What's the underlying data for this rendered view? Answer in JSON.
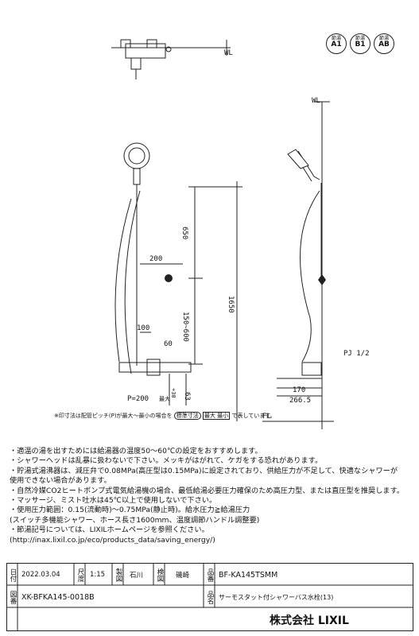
{
  "header": {
    "wl_label": "WL",
    "badges": [
      {
        "top": "節湯",
        "bottom": "A1"
      },
      {
        "top": "節湯",
        "bottom": "B1"
      },
      {
        "top": "節湯",
        "bottom": "AB"
      }
    ]
  },
  "drawing": {
    "wl_label_side": "WL",
    "fl_label": "FL",
    "dim_650": "650",
    "dim_200": "200",
    "dim_150_600": "150~600",
    "dim_1650": "1650",
    "dim_100": "100",
    "dim_60": "60",
    "dim_63": "63",
    "pitch_label": "P=200",
    "pitch_sub": "最大",
    "note_30": "+30",
    "pj_label": "PJ 1/2",
    "dim_170": "170",
    "dim_266": "266.5",
    "pitch_note": "※印寸法は配管ピッチ(P)が最大～最小の場合を",
    "pitch_note_mid": "標準寸法",
    "pitch_note_end": "で表しています。",
    "pitch_note_box": "最大 最小"
  },
  "notes": [
    "・適温の湯を出すためには給湯器の温度50～60℃の設定をおすすめします。",
    "・シャワーヘッドは乱暴に扱わないで下さい。メッキがはがれて、ケガをする恐れがあります。",
    "・貯湯式湯沸器は、減圧弁で0.08MPa(高圧型は0.15MPa)に設定されており、供給圧力が不足して、快適なシャワーが",
    "  使用できない場合があります。",
    "・自然冷媒CO2ヒートポンプ式電気給湯機の場合、最低給湯必要圧力確保のため高圧力型、または直圧型を推奨します。",
    "・マッサージ、ミスト吐水は45℃以上で使用しないで下さい。",
    "・使用圧力範囲：0.15(流動時)～0.75MPa(静止時)。給水圧力≧給湯圧力",
    "  (スイッチ多機能シャワー、ホース長さ1600mm、温度調節ハンドル調整要)",
    "・節湯記号については、LIXILホームページを参照ください。",
    "  (http://inax.lixil.co.jp/eco/products_data/saving_energy/)"
  ],
  "title_block": {
    "date_label": "日付",
    "date": "2022.03.04",
    "scale_label": "尺度",
    "scale": "1:15",
    "drawn_label": "製図",
    "drawn": "石川",
    "checked_label": "検図",
    "checked": "磯崎",
    "part_label": "品番",
    "part_no": "BF-KA145TSMM",
    "drawing_label": "図番",
    "drawing_no": "XK-BFKA145-0018B",
    "name_label": "品名",
    "product_name": "サーモスタット付シャワーバス水栓(13)",
    "company": "株式会社 LIXIL"
  }
}
